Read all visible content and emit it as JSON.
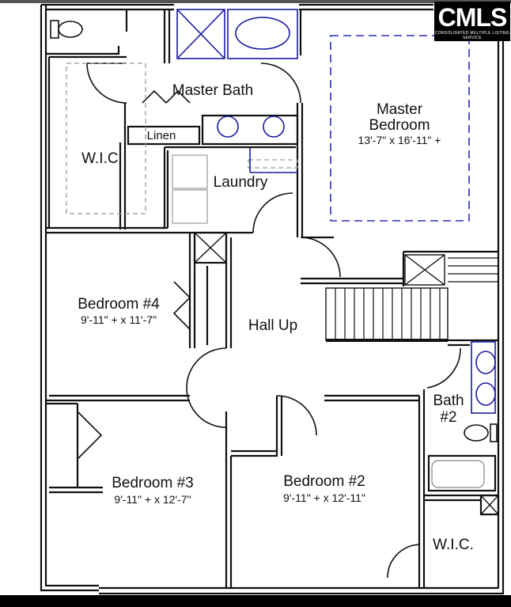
{
  "rooms": {
    "master_bath": "Master Bath",
    "linen": "Linen",
    "wic_left": "W.I.C.",
    "laundry": "Laundry",
    "master_bedroom_name_1": "Master",
    "master_bedroom_name_2": "Bedroom",
    "master_bedroom_dims": "13'-7\" x 16'-11\" +",
    "bedroom4_name": "Bedroom #4",
    "bedroom4_dims": "9'-11\" + x 11'-7\"",
    "hall": "Hall Up",
    "bath2_name_1": "Bath",
    "bath2_name_2": "#2",
    "bedroom3_name": "Bedroom #3",
    "bedroom3_dims": "9'-11\" + x 12'-7\"",
    "bedroom2_name": "Bedroom #2",
    "bedroom2_dims": "9'-11\" + x 12'-11\"",
    "wic_right": "W.I.C."
  },
  "logo": {
    "main": "CMLS",
    "sub": "CONSOLIDATED MULTIPLE LISTING SERVICE"
  },
  "colors": {
    "wall": "#111111",
    "fixture_blue": "#1a1aa0",
    "dashed_blue": "#2b2bb8",
    "background": "#ffffff",
    "frame": "#000000"
  }
}
